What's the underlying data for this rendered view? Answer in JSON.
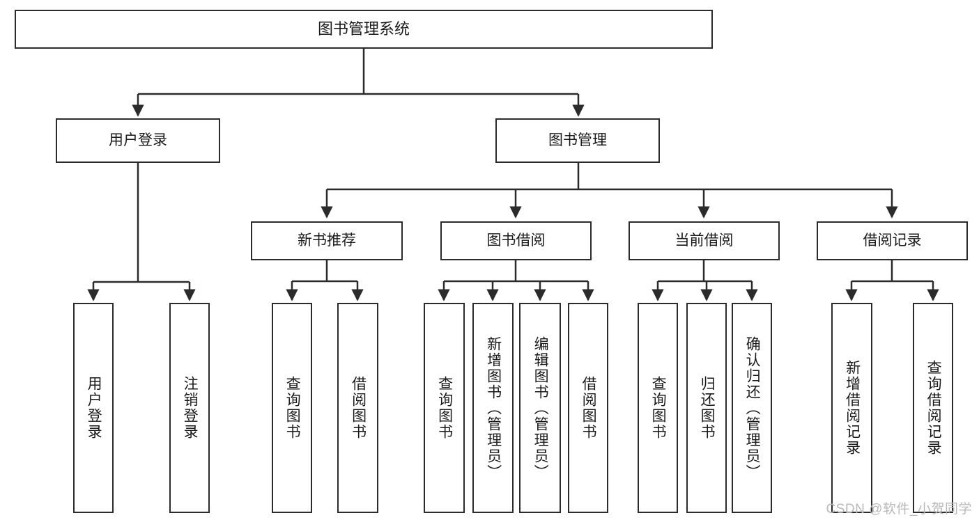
{
  "diagram": {
    "title": "图书管理系统",
    "type": "tree",
    "levels": [
      {
        "level": 0,
        "nodes": [
          {
            "id": "root",
            "label": "图书管理系统",
            "orientation": "horizontal"
          }
        ]
      },
      {
        "level": 1,
        "nodes": [
          {
            "id": "user-login",
            "label": "用户登录",
            "orientation": "horizontal",
            "parent": "root"
          },
          {
            "id": "book-manage",
            "label": "图书管理",
            "orientation": "horizontal",
            "parent": "root"
          }
        ]
      },
      {
        "level": 2,
        "nodes": [
          {
            "id": "new-book-rec",
            "label": "新书推荐",
            "orientation": "horizontal",
            "parent": "book-manage"
          },
          {
            "id": "book-borrow",
            "label": "图书借阅",
            "orientation": "horizontal",
            "parent": "book-manage"
          },
          {
            "id": "current-borrow",
            "label": "当前借阅",
            "orientation": "horizontal",
            "parent": "book-manage"
          },
          {
            "id": "borrow-record",
            "label": "借阅记录",
            "orientation": "horizontal",
            "parent": "book-manage"
          }
        ]
      },
      {
        "level": 3,
        "nodes": [
          {
            "id": "leaf-user-login",
            "label": "用户登录",
            "orientation": "vertical",
            "parent": "user-login"
          },
          {
            "id": "leaf-logout",
            "label": "注销登录",
            "orientation": "vertical",
            "parent": "user-login"
          },
          {
            "id": "leaf-query-book-1",
            "label": "查询图书",
            "orientation": "vertical",
            "parent": "new-book-rec"
          },
          {
            "id": "leaf-borrow-book-1",
            "label": "借阅图书",
            "orientation": "vertical",
            "parent": "new-book-rec"
          },
          {
            "id": "leaf-query-book-2",
            "label": "查询图书",
            "orientation": "vertical",
            "parent": "book-borrow"
          },
          {
            "id": "leaf-add-book",
            "label": "新增图书（管理员）",
            "orientation": "vertical",
            "parent": "book-borrow"
          },
          {
            "id": "leaf-edit-book",
            "label": "编辑图书（管理员）",
            "orientation": "vertical",
            "parent": "book-borrow"
          },
          {
            "id": "leaf-borrow-book-2",
            "label": "借阅图书",
            "orientation": "vertical",
            "parent": "book-borrow"
          },
          {
            "id": "leaf-query-book-3",
            "label": "查询图书",
            "orientation": "vertical",
            "parent": "current-borrow"
          },
          {
            "id": "leaf-return-book",
            "label": "归还图书",
            "orientation": "vertical",
            "parent": "current-borrow"
          },
          {
            "id": "leaf-confirm-return",
            "label": "确认归还（管理员）",
            "orientation": "vertical",
            "parent": "current-borrow"
          },
          {
            "id": "leaf-add-record",
            "label": "新增借阅记录",
            "orientation": "vertical",
            "parent": "borrow-record"
          },
          {
            "id": "leaf-query-record",
            "label": "查询借阅记录",
            "orientation": "vertical",
            "parent": "borrow-record"
          }
        ]
      }
    ],
    "colors": {
      "box_border": "#2b2b2b",
      "box_fill": "#ffffff",
      "line": "#2b2b2b",
      "text": "#1a1a1a",
      "watermark": "#b9b9b9"
    }
  },
  "watermark": {
    "text": "CSDN @软件_小贺同学"
  }
}
